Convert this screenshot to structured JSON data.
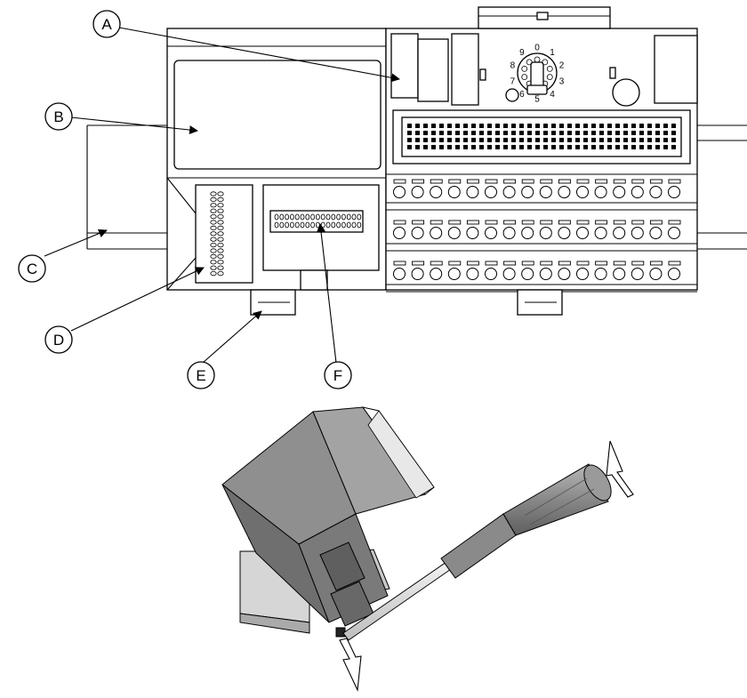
{
  "callouts": [
    {
      "id": "A",
      "label": "A"
    },
    {
      "id": "B",
      "label": "B"
    },
    {
      "id": "C",
      "label": "C"
    },
    {
      "id": "D",
      "label": "D"
    },
    {
      "id": "E",
      "label": "E"
    },
    {
      "id": "F",
      "label": "F"
    }
  ],
  "rotary_switch": {
    "digits": [
      "0",
      "1",
      "2",
      "3",
      "4",
      "5",
      "6",
      "7",
      "8",
      "9"
    ]
  },
  "terminal_rows": [
    {
      "row": 1,
      "terminal_count": 16
    },
    {
      "row": 2,
      "terminal_count": 16
    },
    {
      "row": 3,
      "terminal_count": 16
    }
  ],
  "colors": {
    "line": "#000000",
    "housing_gray": "#8c8c8c",
    "screwdriver_gray": "#7a7a7a",
    "background": "#ffffff"
  }
}
